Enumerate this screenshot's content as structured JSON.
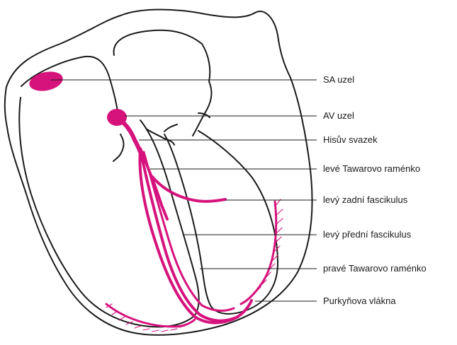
{
  "colors": {
    "conduction": "#d6137c",
    "outline": "#1a1a1a",
    "background": "#ffffff"
  },
  "labels": [
    "SA uzel",
    "AV uzel",
    "Hisův svazek",
    "levé Tawarovo raménko",
    "levý zadní fascikulus",
    "levý přední fascikulus",
    "pravé Tawarovo raménko",
    "Purkyňova vlákna"
  ]
}
